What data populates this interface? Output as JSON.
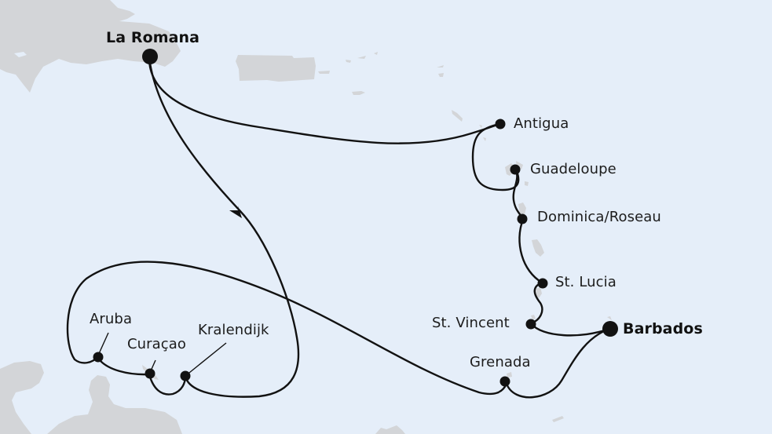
{
  "map": {
    "type": "cruise-route-map",
    "colors": {
      "sea": "#e5eef9",
      "land": "#d3d5d8",
      "route": "#121212",
      "label": "#1c1c1c"
    },
    "ports": [
      {
        "id": "la-romana",
        "label": "La Romana",
        "major": true
      },
      {
        "id": "antigua",
        "label": "Antigua",
        "major": false
      },
      {
        "id": "guadeloupe",
        "label": "Guadeloupe",
        "major": false
      },
      {
        "id": "dominica",
        "label": "Dominica/Roseau",
        "major": false
      },
      {
        "id": "st-lucia",
        "label": "St. Lucia",
        "major": false
      },
      {
        "id": "st-vincent",
        "label": "St. Vincent",
        "major": false
      },
      {
        "id": "barbados",
        "label": "Barbados",
        "major": true
      },
      {
        "id": "grenada",
        "label": "Grenada",
        "major": false
      },
      {
        "id": "aruba",
        "label": "Aruba",
        "major": false
      },
      {
        "id": "curacao",
        "label": "Curaçao",
        "major": false
      },
      {
        "id": "kralendijk",
        "label": "Kralendijk",
        "major": false
      }
    ],
    "direction_icon": "arrowhead-icon"
  }
}
